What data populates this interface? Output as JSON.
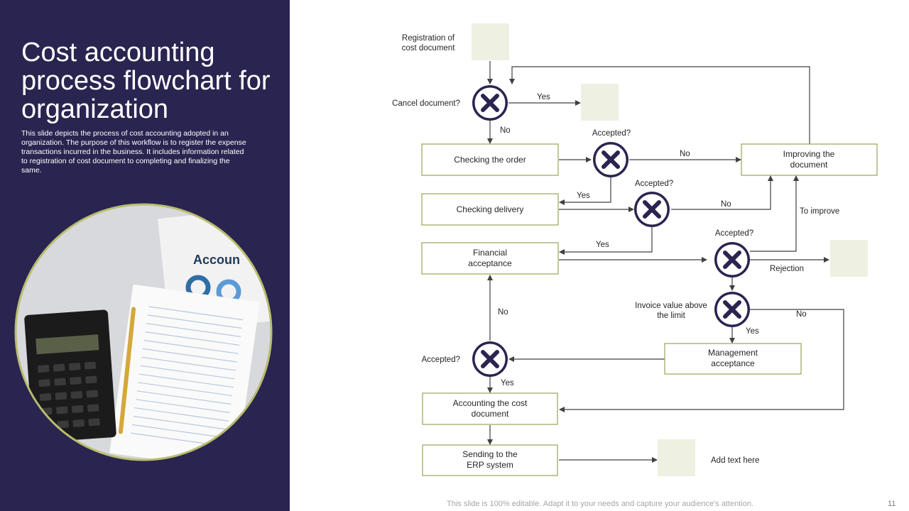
{
  "slide": {
    "title": "Cost accounting process flowchart for organization",
    "description": "This slide depicts the process of cost accounting adopted in an organization. The purpose of this workflow is to register the expense transactions incurred in the business. It includes information related to registration of cost document to completing and finalizing the same.",
    "footer": "This slide is 100% editable. Adapt it to your needs and capture your audience's attention.",
    "page_number": "11"
  },
  "photo": {
    "heading_fragment": "Accoun"
  },
  "colors": {
    "panel": "#2a2450",
    "accent_border": "#9aa35a",
    "placeholder_fill": "#eef0e2",
    "node_fill": "#2a2450"
  },
  "flow": {
    "labels": {
      "registration": "Registration of cost document",
      "cancel_q": "Cancel document?",
      "acc_q1": "Accepted?",
      "acc_q2": "Accepted?",
      "acc_q3": "Accepted?",
      "acc_q4": "Accepted?",
      "invoice": "Invoice value above the limit",
      "to_improve": "To improve",
      "rejection": "Rejection",
      "add_text": "Add text here",
      "yes_cancel": "Yes",
      "no_cancel": "No",
      "no_d2": "No",
      "yes_d2": "Yes",
      "no_d3": "No",
      "yes_d3": "Yes",
      "yes_d5": "Yes",
      "no_d5": "No",
      "no_d6": "No",
      "yes_d6": "Yes"
    },
    "boxes": {
      "checking_order": "Checking the order",
      "checking_delivery": "Checking delivery",
      "financial": "Financial acceptance",
      "improving": "Improving  the document",
      "management": "Management acceptance",
      "accounting": "Accounting the cost document",
      "sending": "Sending to the ERP system"
    },
    "decision_icon": "close-x-icon"
  }
}
